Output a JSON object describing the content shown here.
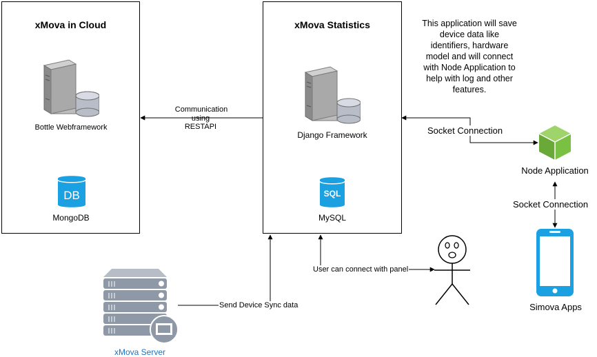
{
  "boxes": {
    "cloud": {
      "title": "xMova in Cloud",
      "framework_label": "Bottle Webframework",
      "db_label": "MongoDB",
      "db_icon_text": "DB"
    },
    "stats": {
      "title": "xMova Statistics",
      "framework_label": "Django Framework",
      "db_label": "MySQL",
      "db_icon_text": "SQL"
    }
  },
  "note": {
    "line1": "This application will save",
    "line2": "device data like",
    "line3": "identifiers, hardware",
    "line4": "model and will connect",
    "line5": "with Node Application to",
    "line6": "help with log and other",
    "line7": "features."
  },
  "edges": {
    "communication_line1": "Communication",
    "communication_line2": "using",
    "communication_line3": "RESTAPI",
    "socket_top": "Socket Connection",
    "socket_bottom": "Socket Connection",
    "user_panel": "User can connect with panel",
    "device_sync": "Send Device Sync data"
  },
  "nodes": {
    "node_app": "Node Application",
    "simova_apps": "Simova Apps",
    "xmova_server": "xMova Server"
  },
  "colors": {
    "db_blue": "#1ba1e2",
    "node_green": "#7ac143",
    "server_gray": "#8f98a6",
    "server_label_blue": "#1a74c6"
  },
  "icons": {
    "server_tower": "server-tower-icon",
    "database": "database-icon",
    "node_cube": "cube-icon",
    "phone": "smartphone-icon",
    "stick_figure": "user-stick-figure-icon",
    "rack_server": "rack-server-icon"
  }
}
